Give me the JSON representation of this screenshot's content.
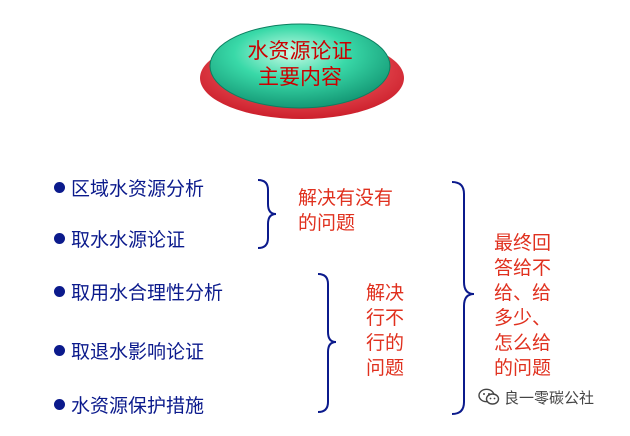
{
  "title_line1": "水资源论证",
  "title_line2": "主要内容",
  "items": [
    "区域水资源分析",
    "取水水源论证",
    "取用水合理性分析",
    "取退水影响论证",
    "水资源保护措施"
  ],
  "note_group1": [
    "解决有没有",
    "的问题"
  ],
  "note_group2": [
    "解决",
    "行不",
    "行的",
    "问题"
  ],
  "note_overall": [
    "最终回",
    "答给不",
    "给、给",
    "多少、",
    "怎么给",
    "的问题"
  ],
  "watermark": "良一零碳公社",
  "colors": {
    "title_text": "#cc0000",
    "item_text": "#0b1a8c",
    "note_text": "#e0301e",
    "ellipse_top": "#2fd3a3",
    "ellipse_base": "#e8283c"
  },
  "icons": {
    "watermark": "wechat-icon"
  }
}
